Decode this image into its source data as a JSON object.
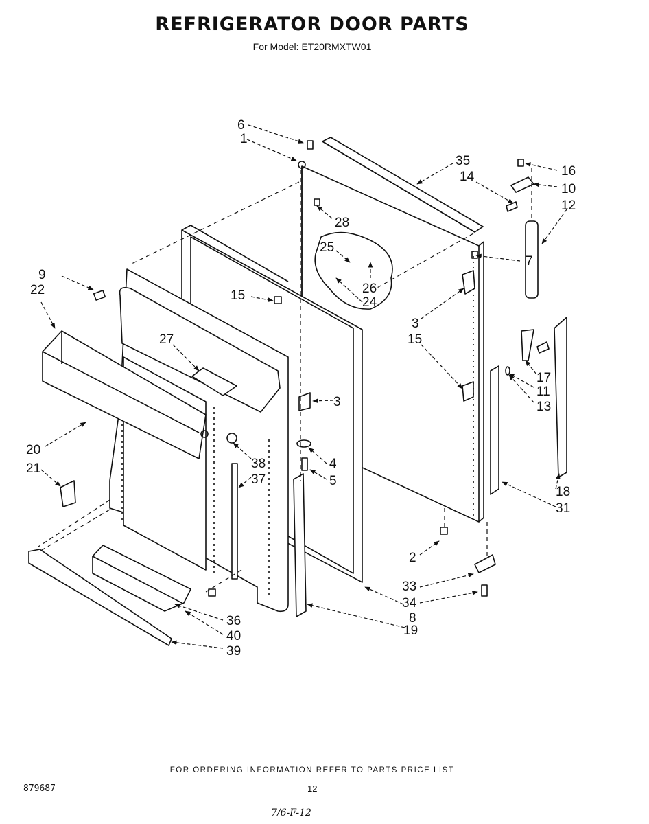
{
  "header": {
    "title": "REFRIGERATOR DOOR PARTS",
    "subtitle": "For Model: ET20RMXTW01"
  },
  "callouts": [
    {
      "id": "c6",
      "text": "6"
    },
    {
      "id": "c1",
      "text": "1"
    },
    {
      "id": "c35",
      "text": "35"
    },
    {
      "id": "c16",
      "text": "16"
    },
    {
      "id": "c14",
      "text": "14"
    },
    {
      "id": "c10",
      "text": "10"
    },
    {
      "id": "c12",
      "text": "12"
    },
    {
      "id": "c28",
      "text": "28"
    },
    {
      "id": "c25",
      "text": "25"
    },
    {
      "id": "c7",
      "text": "7"
    },
    {
      "id": "c9",
      "text": "9"
    },
    {
      "id": "c22",
      "text": "22"
    },
    {
      "id": "c15a",
      "text": "15"
    },
    {
      "id": "c26",
      "text": "26"
    },
    {
      "id": "c24",
      "text": "24"
    },
    {
      "id": "c3a",
      "text": "3"
    },
    {
      "id": "c15b",
      "text": "15"
    },
    {
      "id": "c27",
      "text": "27"
    },
    {
      "id": "c17",
      "text": "17"
    },
    {
      "id": "c11",
      "text": "11"
    },
    {
      "id": "c13",
      "text": "13"
    },
    {
      "id": "c3b",
      "text": "3"
    },
    {
      "id": "c20",
      "text": "20"
    },
    {
      "id": "c4",
      "text": "4"
    },
    {
      "id": "c38",
      "text": "38"
    },
    {
      "id": "c21",
      "text": "21"
    },
    {
      "id": "c37",
      "text": "37"
    },
    {
      "id": "c5",
      "text": "5"
    },
    {
      "id": "c18",
      "text": "18"
    },
    {
      "id": "c31",
      "text": "31"
    },
    {
      "id": "c2",
      "text": "2"
    },
    {
      "id": "c33",
      "text": "33"
    },
    {
      "id": "c34",
      "text": "34"
    },
    {
      "id": "c8",
      "text": "8"
    },
    {
      "id": "c36",
      "text": "36"
    },
    {
      "id": "c40",
      "text": "40"
    },
    {
      "id": "c19",
      "text": "19"
    },
    {
      "id": "c39",
      "text": "39"
    }
  ],
  "footer": {
    "ordering_note": "FOR ORDERING INFORMATION REFER TO PARTS PRICE LIST",
    "doc_number": "879687",
    "page_number": "12",
    "handwritten": "7/6-F-12"
  }
}
